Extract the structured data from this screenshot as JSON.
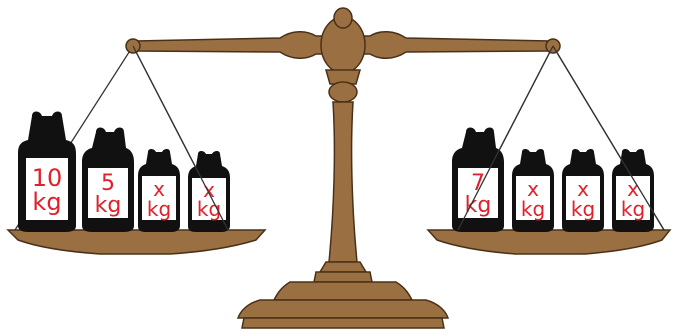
{
  "colors": {
    "bronze": "#9a7043",
    "bronze_dark": "#4a3018",
    "weight_body": "#111111",
    "label_panel": "#ffffff",
    "label_text": "#e0202a",
    "string": "#333333"
  },
  "left_pan": {
    "weights": [
      {
        "top": "10",
        "bottom": "kg",
        "size": "large"
      },
      {
        "top": "5",
        "bottom": "kg",
        "size": "medium"
      },
      {
        "top": "x",
        "bottom": "kg",
        "size": "small"
      },
      {
        "top": "x",
        "bottom": "kg",
        "size": "small"
      }
    ]
  },
  "right_pan": {
    "weights": [
      {
        "top": "7",
        "bottom": "kg",
        "size": "medium"
      },
      {
        "top": "x",
        "bottom": "kg",
        "size": "small"
      },
      {
        "top": "x",
        "bottom": "kg",
        "size": "small"
      },
      {
        "top": "x",
        "bottom": "kg",
        "size": "small"
      }
    ]
  }
}
